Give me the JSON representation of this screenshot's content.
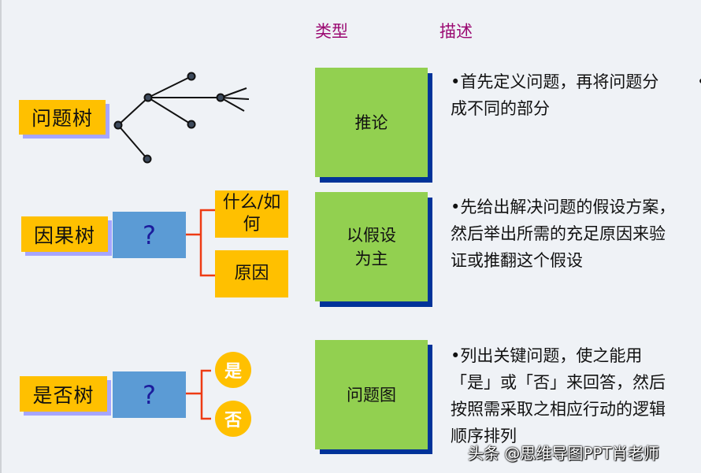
{
  "headers": {
    "type": "类型",
    "description": "描述"
  },
  "rows": [
    {
      "tree_label": "问题树",
      "type_label": "推论",
      "description": "•首先定义问题，再将问题分成不同的部分"
    },
    {
      "tree_label": "因果树",
      "question_mark": "?",
      "options": [
        "什么/如何",
        "原因"
      ],
      "type_label": "以假设为主",
      "description": "•先给出解决问题的假设方案，然后举出所需的充足原因来验证或推翻这个假设"
    },
    {
      "tree_label": "是否树",
      "question_mark": "?",
      "options": [
        "是",
        "否"
      ],
      "type_label": "问题图",
      "description": "•列出关键问题，使之能用「是」或「否」来回答，然后按照需采取之相应行动的逻辑顺序排列"
    }
  ],
  "clipped_right_text": "•",
  "watermark": "头条 @思维导图PPT肖老师",
  "colors": {
    "header": "#9b0a72",
    "tag": "#ffc000",
    "question_box": "#5b9bd5",
    "type_box": "#92d050",
    "type_shadow": "#003399",
    "connector": "#ee3b14"
  }
}
